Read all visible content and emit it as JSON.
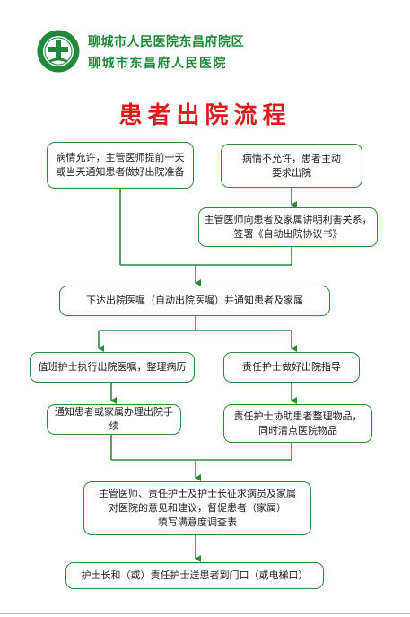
{
  "hospital": {
    "name_line1": "聊城市人民医院东昌府院区",
    "name_line2": "聊城市东昌府人民医院"
  },
  "title": "患者出院流程",
  "colors": {
    "green": "#2e8b3e",
    "title_red": "#e11b1b"
  },
  "steps": {
    "left_start": "病情允许，主管医师提前一天\n或当天通知患者做好出院准备",
    "right_start": "病情不允许，患者主动\n要求出院",
    "sign_agreement": "主管医师向患者及家属讲明利害关系，\n签署《自动出院协议书》",
    "issue_order": "下达出院医嘱（自动出院医嘱）并通知患者及家属",
    "duty_nurse": "值班护士执行出院医嘱，整理病历",
    "resp_nurse_guide": "责任护士做好出院指导",
    "notify_family": "通知患者或家属办理出院手续",
    "resp_nurse_help": "责任护士协助患者整理物品，\n同时清点医院物品",
    "survey": "主管医师、责任护士及护士长征求病员及家属\n对医院的意见和建议，督促患者（家属）\n填写满意度调查表",
    "send_off": "护士长和（或）责任护士送患者到门口（或电梯口）"
  }
}
